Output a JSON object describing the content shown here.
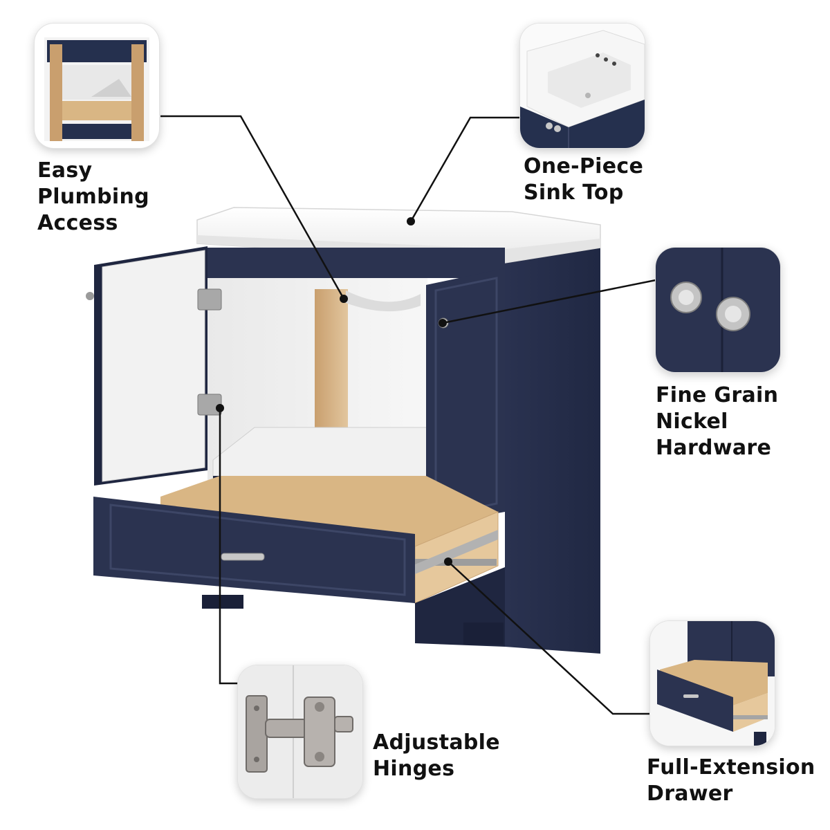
{
  "callouts": {
    "plumbing": {
      "lines": [
        "Easy",
        "Plumbing",
        "Access"
      ],
      "icon": "plumbing-access-thumbnail"
    },
    "sink_top": {
      "lines": [
        "One-Piece",
        "Sink Top"
      ],
      "icon": "sink-top-thumbnail"
    },
    "hardware": {
      "lines": [
        "Fine Grain",
        "Nickel",
        "Hardware"
      ],
      "icon": "nickel-knobs-thumbnail"
    },
    "hinges": {
      "lines": [
        "Adjustable",
        "Hinges"
      ],
      "icon": "hinge-thumbnail"
    },
    "drawer": {
      "lines": [
        "Full-Extension",
        "Drawer"
      ],
      "icon": "drawer-thumbnail"
    }
  },
  "colors": {
    "cabinet_navy": "#2b3350",
    "cabinet_navy_dark": "#1f2640",
    "top_white": "#f4f4f4",
    "wood": "#d8b98e",
    "nickel": "#b9b9b9",
    "leader_line": "#111111"
  }
}
